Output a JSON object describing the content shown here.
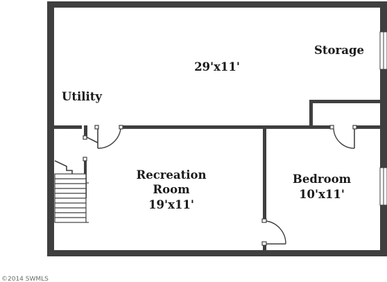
{
  "plan": {
    "rooms": {
      "storage": {
        "name": "Storage"
      },
      "upper_dims": {
        "size": "29'x11'"
      },
      "utility": {
        "name": "Utility"
      },
      "recreation": {
        "name_line1": "Recreation",
        "name_line2": "Room",
        "size": "19'x11'"
      },
      "bedroom": {
        "name": "Bedroom",
        "size": "10'x11'"
      }
    },
    "copyright": "©2014 SWMLS"
  },
  "colors": {
    "wall": "#3f3f3f",
    "text": "#1a1a1a",
    "background": "#ffffff"
  }
}
